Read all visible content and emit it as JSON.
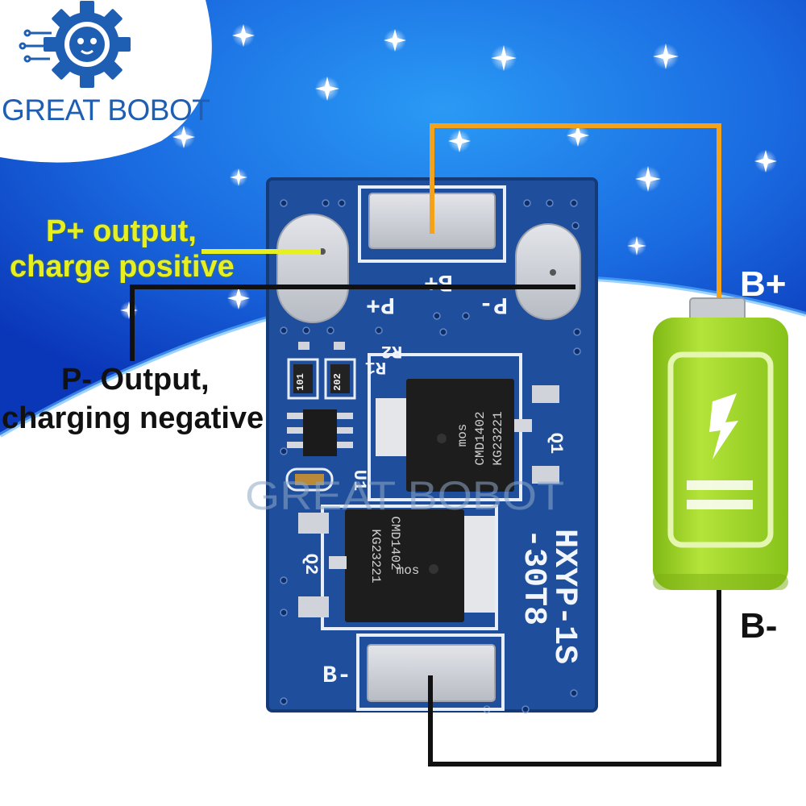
{
  "brand": {
    "name": "GREAT BOBOT",
    "watermark": "GREAT BOBOT"
  },
  "annotations": {
    "p_plus": [
      "P+ output,",
      "charge positive"
    ],
    "p_minus": [
      "P- Output,",
      "charging negative"
    ],
    "b_plus": "B+",
    "b_minus": "B-"
  },
  "board": {
    "model_line1": "HXYP-1S",
    "model_line2": "-30T8",
    "pad_labels": {
      "b_plus": "B+",
      "p_plus": "P+",
      "p_minus": "P-",
      "b_minus": "B-"
    },
    "components": {
      "r1": {
        "ref": "R1",
        "code": "101"
      },
      "r2": {
        "ref": "R2",
        "code": "202"
      },
      "u1": {
        "ref": "U1"
      },
      "q1": {
        "ref": "Q1",
        "brand": "mos",
        "part": "CMD1402",
        "lot": "KG23221"
      },
      "q2": {
        "ref": "Q2",
        "brand": "mos",
        "part": "CMD1402",
        "lot": "KG23221"
      }
    }
  },
  "colors": {
    "sky_dark": "#0a36b8",
    "sky_light": "#1f8cf0",
    "pcb": "#1f4f9c",
    "pad": "#c9ccd2",
    "wire_positive": "#f3a21a",
    "wire_negative": "#111111",
    "p_plus_callout": "#e6f020",
    "battery_green": "#9ad21c",
    "brand_blue": "#1f5fb3"
  }
}
